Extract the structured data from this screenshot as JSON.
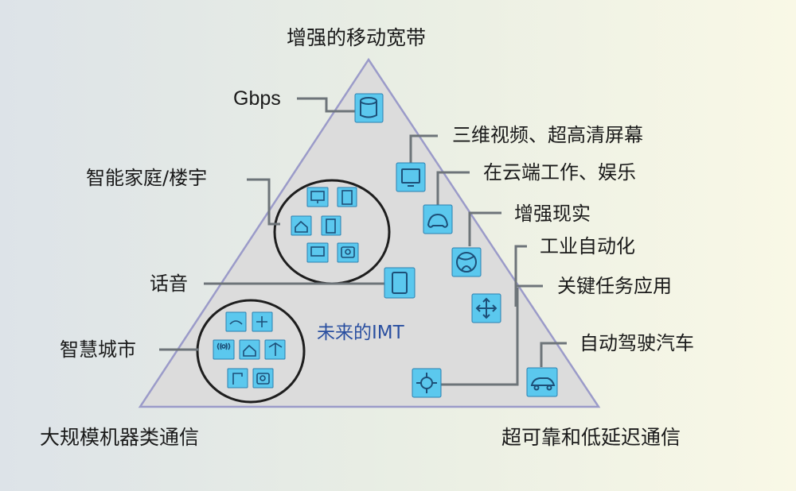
{
  "title_top": "增强的移动宽带",
  "corner_left": "大规模机器类通信",
  "corner_right": "超可靠和低延迟通信",
  "center_label": "未来的IMT",
  "labels": {
    "gbps": "Gbps",
    "smart_home": "智能家庭/楼宇",
    "voice": "话音",
    "smart_city": "智慧城市",
    "video_3d": "三维视频、超高清屏幕",
    "cloud": "在云端工作、娱乐",
    "ar": "增强现实",
    "industry": "工业自动化",
    "mission_critical": "关键任务应用",
    "self_driving": "自动驾驶汽车"
  },
  "colors": {
    "triangle_fill": "#dcdcdc",
    "triangle_stroke": "#9b9bc9",
    "icon_fill": "#5bc8ee",
    "icon_stroke": "#2a7fb0",
    "connector": "#6d7479",
    "circle_stroke": "#1e1e1e",
    "center_text": "#2a4fa0"
  },
  "icons": [
    "database-icon",
    "tablet-icon",
    "gamepad-icon",
    "globe-icon",
    "arrows-icon",
    "crosshair-icon",
    "car-icon",
    "monitor-icon",
    "door-icon",
    "house-icon",
    "phone-icon",
    "screen-icon",
    "camera-icon",
    "mobile-icon",
    "cloud-icon",
    "fan-icon",
    "signal-icon",
    "house-icon",
    "tree-icon",
    "lamp-icon",
    "meter-icon"
  ]
}
